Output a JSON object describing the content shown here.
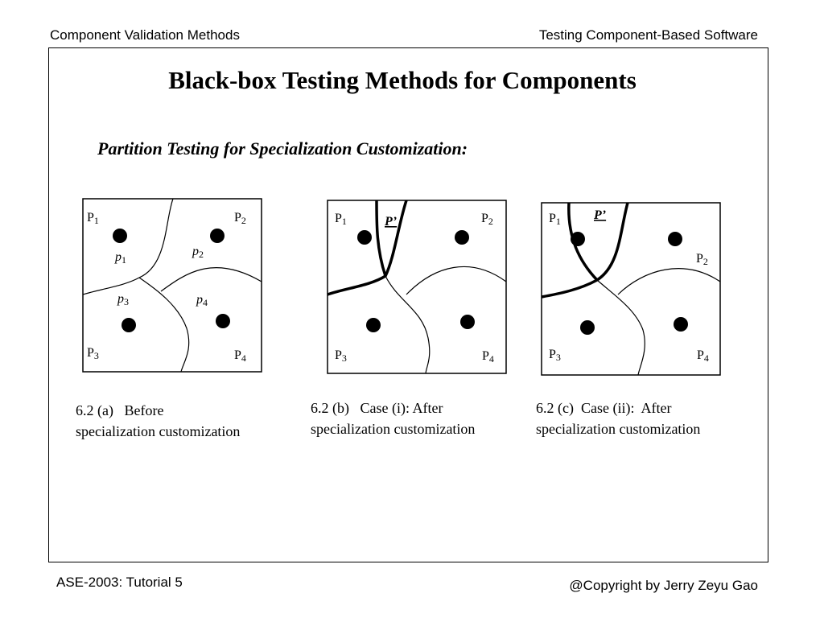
{
  "header": {
    "left": "Component Validation Methods",
    "right": "Testing Component-Based Software"
  },
  "slide": {
    "title": "Black-box Testing Methods for Components",
    "subtitle": "Partition Testing for Specialization Customization:"
  },
  "diagrams": [
    {
      "regions": [
        "P1",
        "P2",
        "P3",
        "P4"
      ],
      "points": [
        "p1",
        "p2",
        "p3",
        "p4"
      ],
      "caption_line1": "6.2 (a)   Before",
      "caption_line2": "specialization customization"
    },
    {
      "regions": [
        "P1",
        "P2",
        "P3",
        "P4"
      ],
      "new_partition": "P’",
      "caption_line1": "6.2 (b)   Case (i): After",
      "caption_line2": "specialization customization"
    },
    {
      "regions": [
        "P1",
        "P2",
        "P3",
        "P4"
      ],
      "new_partition": "P’",
      "caption_line1": "6.2 (c)  Case (ii):  After",
      "caption_line2": "specialization customization"
    }
  ],
  "footer": {
    "left": "ASE-2003: Tutorial 5",
    "right": "@Copyright by Jerry Zeyu Gao"
  }
}
